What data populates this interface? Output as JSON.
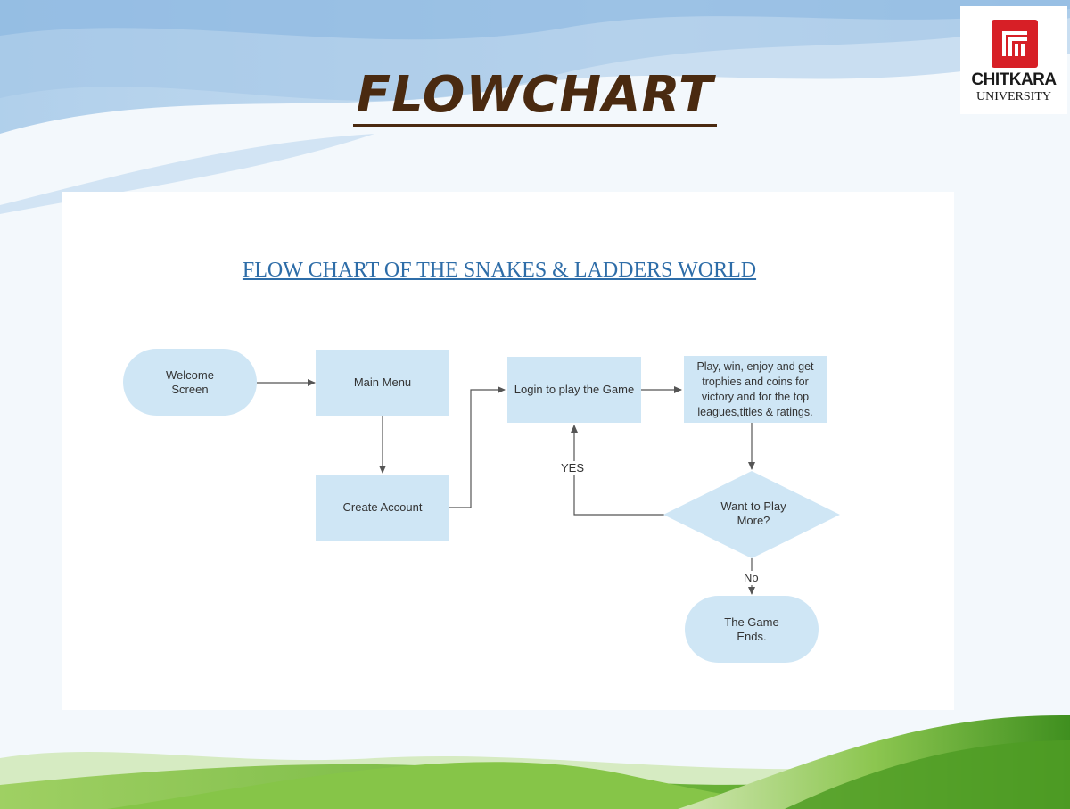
{
  "slide": {
    "title": "FLOWCHART",
    "logo": {
      "name": "CHITKARA",
      "subtitle": "UNIVERSITY"
    }
  },
  "diagram": {
    "title": "FLOW CHART OF THE SNAKES & LADDERS WORLD",
    "nodes": {
      "welcome": "Welcome\nScreen",
      "main_menu": "Main Menu",
      "create_account": "Create Account",
      "login": "Login to play the Game",
      "play": "Play, win, enjoy and get\ntrophies and coins for\nvictory and for the top\nleagues,titles & ratings.",
      "decision": "Want to Play\nMore?",
      "end": "The Game\nEnds."
    },
    "edge_labels": {
      "yes": "YES",
      "no": "No"
    }
  },
  "colors": {
    "node_fill": "#cfe6f5",
    "title_brown": "#4a2a10",
    "diagram_title_blue": "#2e6da8",
    "logo_red": "#d71f26",
    "arrow_gray": "#555555"
  }
}
